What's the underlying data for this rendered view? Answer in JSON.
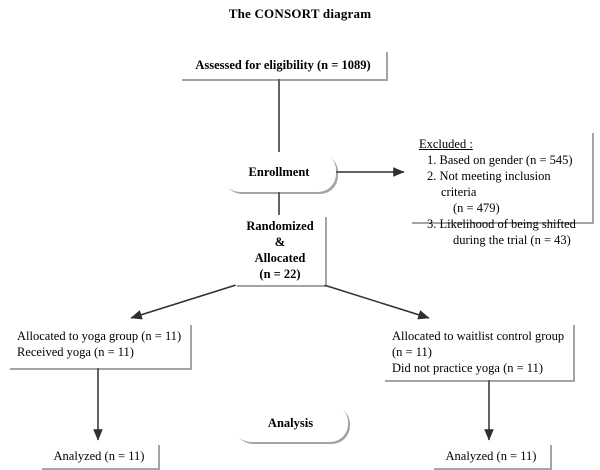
{
  "title": "The CONSORT diagram",
  "nodes": {
    "assessed": {
      "label": "Assessed for eligibility (n = 1089)"
    },
    "enrollment": {
      "label": "Enrollment"
    },
    "excluded": {
      "heading": "Excluded :",
      "items": [
        "1. Based on gender (n = 545)",
        "2. Not meeting inclusion criteria",
        "(n = 479)",
        "3. Likelihood of being shifted",
        "during the trial (n = 43)"
      ]
    },
    "randomized": {
      "line1": "Randomized",
      "line2": "&",
      "line3": "Allocated",
      "line4": "(n = 22)"
    },
    "alloc_left": {
      "line1": "Allocated to yoga group (n = 11)",
      "line2": "Received yoga (n = 11)"
    },
    "alloc_right": {
      "line1": "Allocated to waitlist control group",
      "line2": "(n = 11)",
      "line3": "Did not practice yoga (n = 11)"
    },
    "analysis": {
      "label": "Analysis"
    },
    "analyzed_left": {
      "label": "Analyzed (n = 11)"
    },
    "analyzed_right": {
      "label": "Analyzed (n = 11)"
    }
  },
  "colors": {
    "stroke": "#3a3a3a",
    "text": "#000000",
    "background": "#ffffff"
  }
}
